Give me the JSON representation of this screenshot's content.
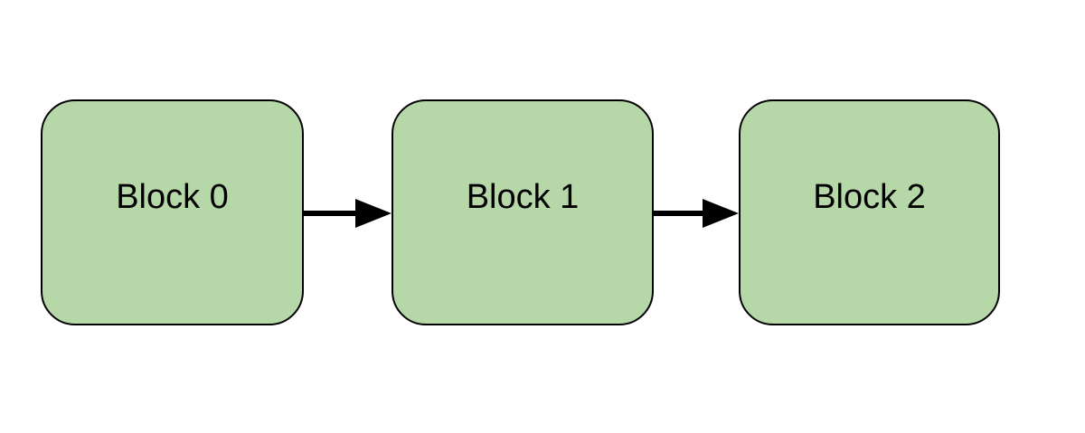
{
  "diagram": {
    "title": "block-chain-flow",
    "background_color": "#ffffff",
    "node_fill_color": "#b6d7a8",
    "node_border_color": "#000000",
    "arrow_color": "#000000",
    "blocks": [
      {
        "id": 0,
        "label": "Block 0"
      },
      {
        "id": 1,
        "label": "Block 1"
      },
      {
        "id": 2,
        "label": "Block 2"
      }
    ],
    "connections": [
      {
        "from": "Block 0",
        "to": "Block 1",
        "direction": "right"
      },
      {
        "from": "Block 1",
        "to": "Block 2",
        "direction": "right"
      }
    ]
  }
}
